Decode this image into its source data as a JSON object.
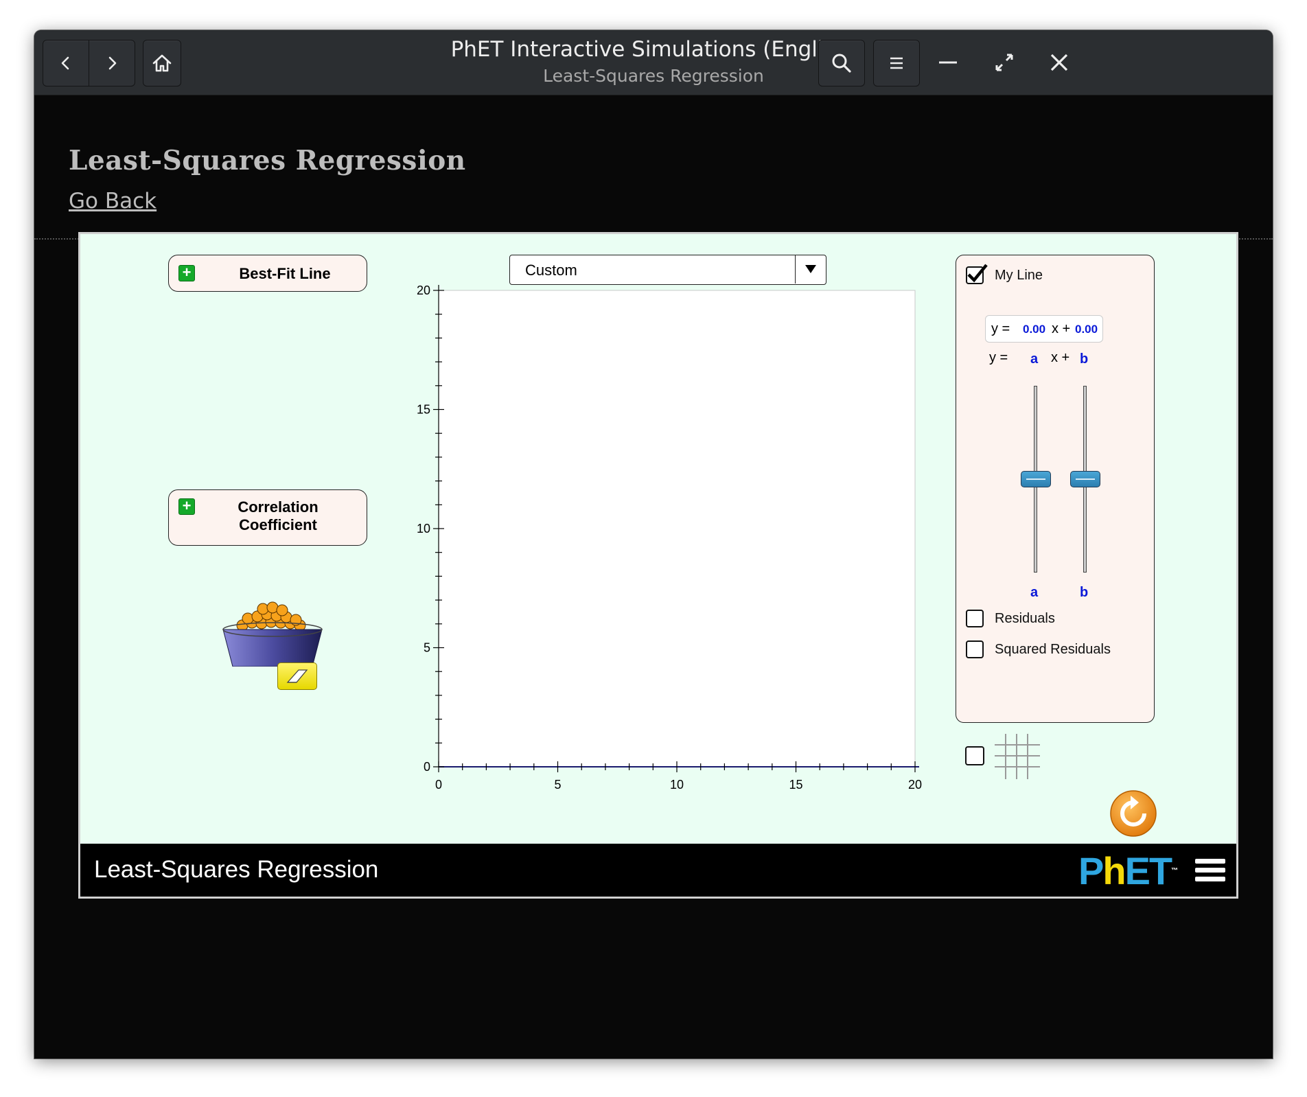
{
  "titlebar": {
    "title": "PhET Interactive Simulations (English)",
    "subtitle": "Least-Squares Regression",
    "icons": [
      "back-icon",
      "forward-icon",
      "home-icon",
      "search-icon",
      "hamburger-menu-icon",
      "minimize-icon",
      "maximize-icon",
      "close-icon"
    ]
  },
  "page": {
    "heading": "Least-Squares Regression",
    "go_back": "Go Back"
  },
  "sim": {
    "best_fit_label": "Best-Fit Line",
    "correlation_label_1": "Correlation",
    "correlation_label_2": "Coefficient",
    "dataset_selected": "Custom",
    "graph": {
      "x_ticks": [
        "0",
        "5",
        "10",
        "15",
        "20"
      ],
      "y_ticks": [
        "0",
        "5",
        "10",
        "15",
        "20"
      ],
      "xlim": [
        0,
        20
      ],
      "ylim": [
        0,
        20
      ]
    },
    "my_line": {
      "label": "My Line",
      "checked": true,
      "eq_prefix": "y =",
      "a_value": "0.00",
      "x_plus": "x +",
      "b_value": "0.00",
      "slider_eq_prefix": "y =",
      "a_symbol": "a",
      "slider_x_plus": "x +",
      "b_symbol": "b",
      "a_level": 0.5,
      "b_level": 0.5,
      "a_bottom_label": "a",
      "b_bottom_label": "b"
    },
    "residuals_label": "Residuals",
    "squared_residuals_label": "Squared Residuals",
    "grid_icon": "grid-icon",
    "nav_title": "Least-Squares Regression",
    "logo_text_p": "P",
    "logo_text_h": "h",
    "logo_text_et": "ET",
    "logo_tm": "™"
  },
  "colors": {
    "sim_background": "#eafef3",
    "panel_background": "#fdf3ef",
    "accent_blue": "#0a19d8",
    "slider_thumb": "#3a93c6",
    "reset_orange": "#f39a1f",
    "phet_blue": "#2fa6e0",
    "phet_yellow": "#f5d90a"
  }
}
